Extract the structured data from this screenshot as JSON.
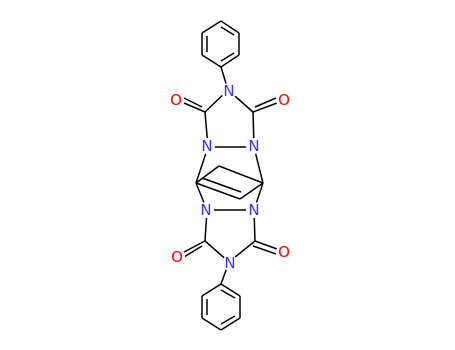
{
  "molecule": {
    "colors": {
      "bond": "#000000",
      "nitrogen": "#3333ff",
      "oxygen": "#ff0000",
      "background": "#ffffff"
    },
    "atoms": {
      "n_top_imide": "N",
      "n_top_left": "N",
      "n_top_right": "N",
      "n_bottom_left": "N",
      "n_bottom_right": "N",
      "n_bottom_imide": "N",
      "o_top_left": "O",
      "o_top_right": "O",
      "o_bottom_left": "O",
      "o_bottom_right": "O"
    }
  }
}
